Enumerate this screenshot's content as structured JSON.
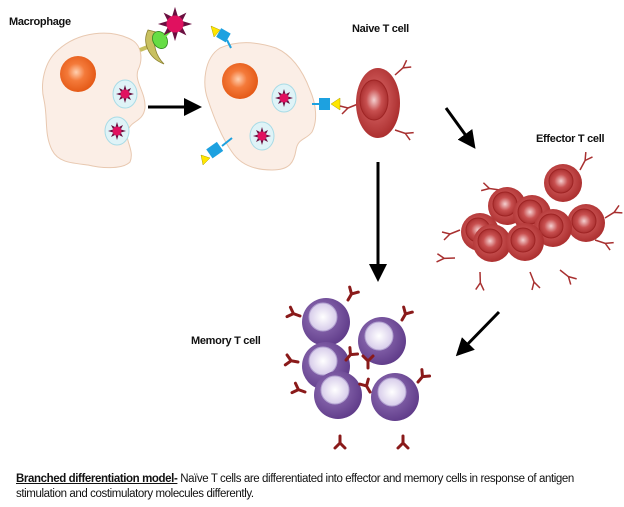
{
  "labels": {
    "macrophage": "Macrophage",
    "naive_t_cell": "Naive T cell",
    "effector_t_cell": "Effector T cell",
    "memory_t_cell": "Memory T cell"
  },
  "caption": {
    "lead": "Branched differentiation model-",
    "text": " Naïve T cells are differentiated into effector  and memory cells in response of antigen stimulation and costimulatory molecules differently."
  },
  "colors": {
    "macrophage_fill": "#fbeee6",
    "nucleus": "#f26522",
    "antigen": "#e0115f",
    "receptor_green": "#66dd44",
    "receptor_olive": "#c8c060",
    "mhc_blue": "#1da1e0",
    "costim_yellow": "#ffe600",
    "t_cell_red": "#b83232",
    "memory_purple": "#7a56a0",
    "memory_nucleus": "#e6def2",
    "antibody": "#8a1a1a"
  }
}
